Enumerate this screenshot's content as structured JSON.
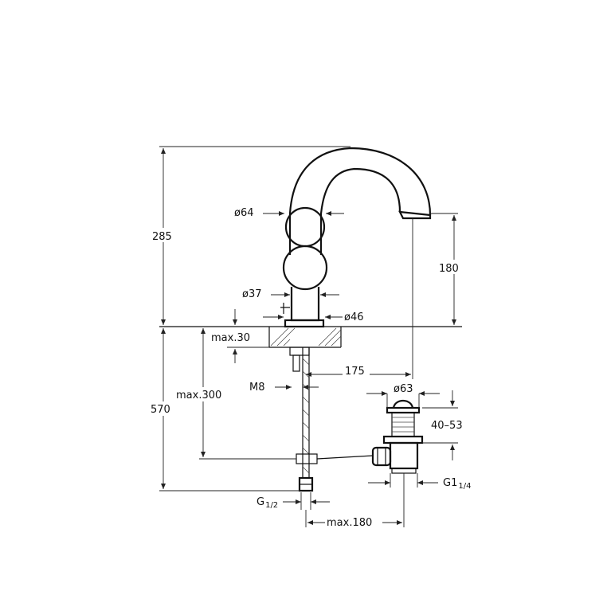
{
  "labels": {
    "height_total": "285",
    "height_spout": "180",
    "handle_diameter": "ø64",
    "body_diameter": "ø37",
    "base_diameter": "ø46",
    "deck_thickness": "max.30",
    "spout_reach": "175",
    "thread_stud": "M8",
    "pipe_length": "max.300",
    "depth_total": "570",
    "waste_diameter": "ø63",
    "waste_range": "40–53",
    "waste_thread_main": "G1",
    "waste_thread_frac": "1/4",
    "inlet_thread_main": "G",
    "inlet_thread_frac": "1/2",
    "rod_length": "max.180"
  }
}
